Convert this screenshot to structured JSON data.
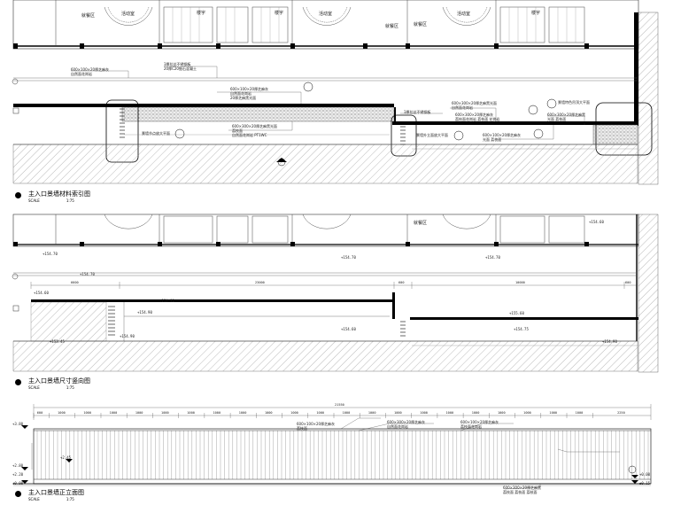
{
  "sections": [
    {
      "title": "主入口景墙材料索引图",
      "scale_label": "SCALE",
      "scale": "1:75"
    },
    {
      "title": "主入口景墙尺寸竖向图",
      "scale_label": "SCALE",
      "scale": "1:75"
    },
    {
      "title": "主入口景墙正立面图",
      "scale_label": "SCALE",
      "scale": "1:75"
    }
  ],
  "rooms": [
    "就餐区",
    "活动室",
    "楼宇",
    "活动室",
    "就餐区",
    "活动室",
    "楼宇",
    "就餐区"
  ],
  "plan1_notes": [
    "600×100×20厚芝麻灰\n自然面花岗岩",
    "3厚拉丝不锈钢板\n20厚C20细石混凝土",
    "600×100×20厚芝麻灰\n自然面花岗岩\n20厚芝麻黑光面",
    "600×300×20厚芝麻黑光面\n荔枝面\n自然面花岗岩 PT1WC",
    "3厚拉丝不锈钢板",
    "600×300×20厚芝麻黑光面\n自然面花岗岩",
    "景墙节点放大平面",
    "景墙外立面放大平面",
    "600×300×20厚芝麻灰\n荔枝面花岗岩 荔枝面 花岗岩",
    "景墙特色吊顶大平面",
    "600×300×20厚芝麻黑\n光面 荔枝面",
    "600×100×20厚芝麻灰\n光面 荔枝面"
  ],
  "plan2_dims": [
    "6600",
    "23000",
    "600",
    "10000",
    "600"
  ],
  "plan2_levels": [
    "+154.70",
    "+154.70",
    "+154.70",
    "+154.60",
    "+154.70",
    "+154.60",
    "+154.90",
    "+154.90",
    "+154.90",
    "+154.60",
    "+155.60",
    "+153.45",
    "+154.75",
    "+154.90"
  ],
  "elev_total": "21550",
  "elev_dims": [
    "600",
    "1000",
    "1000",
    "1000",
    "1000",
    "1000",
    "1000",
    "1000",
    "1000",
    "1000",
    "1000",
    "1000",
    "1000",
    "1000",
    "1000",
    "1000",
    "1000",
    "1000",
    "1000",
    "1000",
    "1000",
    "1000",
    "2250"
  ],
  "elev_levels": [
    "+3.80",
    "+2.80",
    "+2.45",
    "+2.20",
    "±0.00",
    "+0.00",
    "±0.15"
  ],
  "elev_notes": [
    "600×100×20厚芝麻灰\n荔枝面",
    "600×300×20厚芝麻灰\n自然面花岗岩",
    "600×100×20厚芝麻灰\n荔枝面花岗岩",
    "600×300×20厚芝麻黑\n荔枝面 荔枝面 荔枝面"
  ]
}
